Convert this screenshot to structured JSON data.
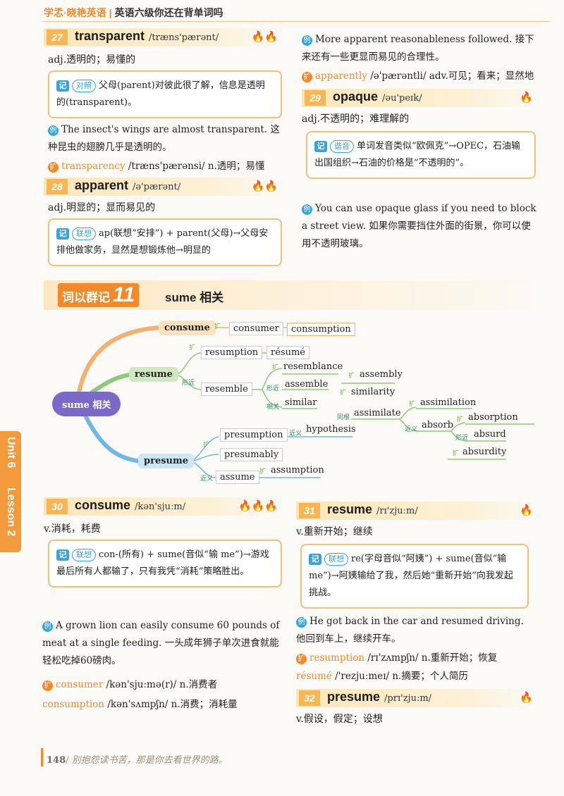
{
  "header": {
    "brand": "学孞·晓艳英语",
    "title": "英语六级你还在背单词吗"
  },
  "w27": {
    "num": "27",
    "word": "transparent",
    "phon": "/træns'pærənt/",
    "def": "adj.透明的；易懂的",
    "memo_tag": "对照",
    "memo": "父母(parent)对彼此很了解，信息是透明的(transparent)。",
    "eg": "The insect's wings are almost transparent. 这种昆虫的翅膀几乎是透明的。",
    "ext_word": "transparency",
    "ext_rest": "/træns'pærənsi/ n.透明；易懂"
  },
  "w28": {
    "num": "28",
    "word": "apparent",
    "phon": "/ə'pærənt/",
    "def": "adj.明显的；显而易见的",
    "memo_tag": "联想",
    "memo": "ap(联想“安排”) + parent(父母)→父母安排他做家务，显然是想锻炼他→明显的",
    "eg": "More apparent reasonableness followed. 接下来还有一些更显而易见的合理性。",
    "ext_word": "apparently",
    "ext_rest": "/ə'pærəntli/ adv.可见；看来；显然地"
  },
  "w29": {
    "num": "29",
    "word": "opaque",
    "phon": "/əu'peɪk/",
    "def": "adj.不透明的；难理解的",
    "memo_tag": "谐音",
    "memo": "单词发音类似“欧佩克”→OPEC，石油输出国组织→石油的价格是“不透明的”。",
    "eg": "You can use opaque glass if you need to block a street view. 如果你需要挡住外面的街景，你可以使用不透明玻璃。"
  },
  "section": {
    "badge": "词以群记",
    "num": "11",
    "title": "sume 相关"
  },
  "mindmap": {
    "center": "sume 相关",
    "consume": "consume",
    "consumer": "consumer",
    "consumption": "consumption",
    "resume": "resume",
    "resumption": "resumption",
    "resume_n": "résumé",
    "resemblance": "resemblance",
    "resemble": "resemble",
    "assembly": "assembly",
    "assemble": "assemble",
    "similarity": "similarity",
    "similar": "similar",
    "assimilation": "assimilation",
    "assimilate": "assimilate",
    "absorption": "absorption",
    "absorb": "absorb",
    "absurd": "absurd",
    "absurdity": "absurdity",
    "presume": "presume",
    "presumption": "presumption",
    "hypothesis": "hypothesis",
    "presumably": "presumably",
    "assume": "assume",
    "assumption": "assumption",
    "lbl_kuo": "扩",
    "lbl_xingjin": "形近",
    "lbl_xiangguan": "相关",
    "lbl_tonggen": "同根",
    "lbl_jinyi": "近义"
  },
  "side_tab": {
    "unit": "Unit 6",
    "lesson": "Lesson 2"
  },
  "w30": {
    "num": "30",
    "word": "consume",
    "phon": "/kən'sjuːm/",
    "def": "v.消耗，耗费",
    "memo_tag": "联想",
    "memo": "con-(所有) + sume(音似“输 me”)→游戏最后所有人都输了，只有我凭“消耗”策略胜出。",
    "eg": "A grown lion can easily consume 60 pounds of meat at a single feeding. 一头成年狮子单次进食就能轻松吃掉60磅肉。",
    "ext1_word": "consumer",
    "ext1_rest": "/kən'sjuːmə(r)/ n.消费者",
    "ext2_word": "consumption",
    "ext2_rest": "/kən'sʌmpʃn/ n.消费；消耗量"
  },
  "w31": {
    "num": "31",
    "word": "resume",
    "phon": "/rɪ'zjuːm/",
    "def": "v.重新开始；继续",
    "memo_tag": "联想",
    "memo": "re(字母音似“阿姨”) + sume(音似“输 me”)→阿姨输给了我，然后她“重新开始”向我发起挑战。",
    "eg": "He got back in the car and resumed driving. 他回到车上，继续开车。",
    "ext1_word": "resumption",
    "ext1_rest": "/rɪ'zʌmpʃn/ n.重新开始；恢复",
    "ext2_word": "résumé",
    "ext2_rest": "/'rezjuːmeɪ/ n.摘要；个人简历"
  },
  "w32": {
    "num": "32",
    "word": "presume",
    "phon": "/prɪ'zjuːm/",
    "def": "v.假设，假定；设想"
  },
  "footer": {
    "page": "148",
    "quote": "别抱怨读书苦，那是你去看世界的路。"
  }
}
